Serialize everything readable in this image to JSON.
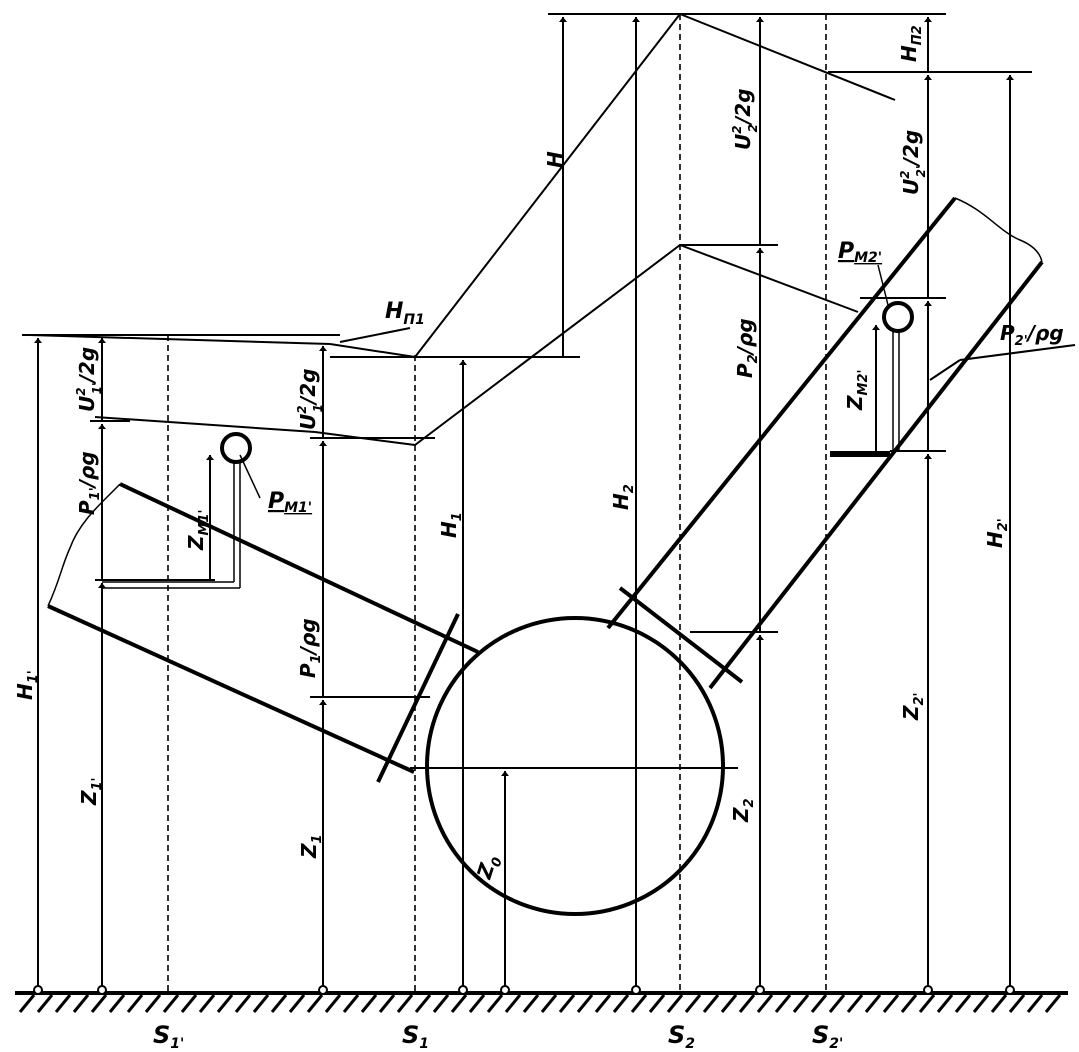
{
  "labels": {
    "H": "H",
    "Hp1": "H",
    "Hp1_sub": "П1",
    "Hp2": "H",
    "Hp2_sub": "П2",
    "U2_2g_top": "U",
    "U2_2g_top_sup": "2",
    "U2_2g_top_sub": "2",
    "U2_2g_top_rest": "/2g",
    "U2_2g_right": "U",
    "U2_2g_right_sup": "2",
    "U2_2g_right_sub": "2'",
    "U2_2g_right_rest": "/2g",
    "U1_2g_left": "U",
    "U1_2g_left_sup": "2",
    "U1_2g_left_sub": "1'",
    "U1_2g_left_rest": "/2g",
    "U1_2g_mid": "U",
    "U1_2g_mid_sup": "2",
    "U1_2g_mid_sub": "1",
    "U1_2g_mid_rest": "/2g",
    "PM2": "P",
    "PM2_sub": "M2'",
    "PM1": "P",
    "PM1_sub": "M1'",
    "P2pg_right": "P",
    "P2pg_right_sub": "2'",
    "P2pg_right_rest": "/ρg",
    "P2pg_mid": "P",
    "P2pg_mid_sub": "2",
    "P2pg_mid_rest": "/ρg",
    "P1pg_left": "P",
    "P1pg_left_sub": "1'",
    "P1pg_left_rest": "/ρg",
    "P1pg_mid": "P",
    "P1pg_mid_sub": "1",
    "P1pg_mid_rest": "/ρg",
    "ZM2": "Z",
    "ZM2_sub": "M2'",
    "ZM1": "Z",
    "ZM1_sub": "M1'",
    "H1": "H",
    "H1_sub": "1",
    "H2": "H",
    "H2_sub": "2",
    "H1p": "H",
    "H1p_sub": "1'",
    "H2p": "H",
    "H2p_sub": "2'",
    "Z1p": "Z",
    "Z1p_sub": "1'",
    "Z1": "Z",
    "Z1_sub": "1",
    "Z0": "Z",
    "Z0_sub": "0",
    "Z2": "Z",
    "Z2_sub": "2",
    "Z2p": "Z",
    "Z2p_sub": "2'",
    "S1p": "S",
    "S1p_sub": "1'",
    "S1": "S",
    "S1_sub": "1",
    "S2": "S",
    "S2_sub": "2",
    "S2p": "S",
    "S2p_sub": "2'"
  }
}
